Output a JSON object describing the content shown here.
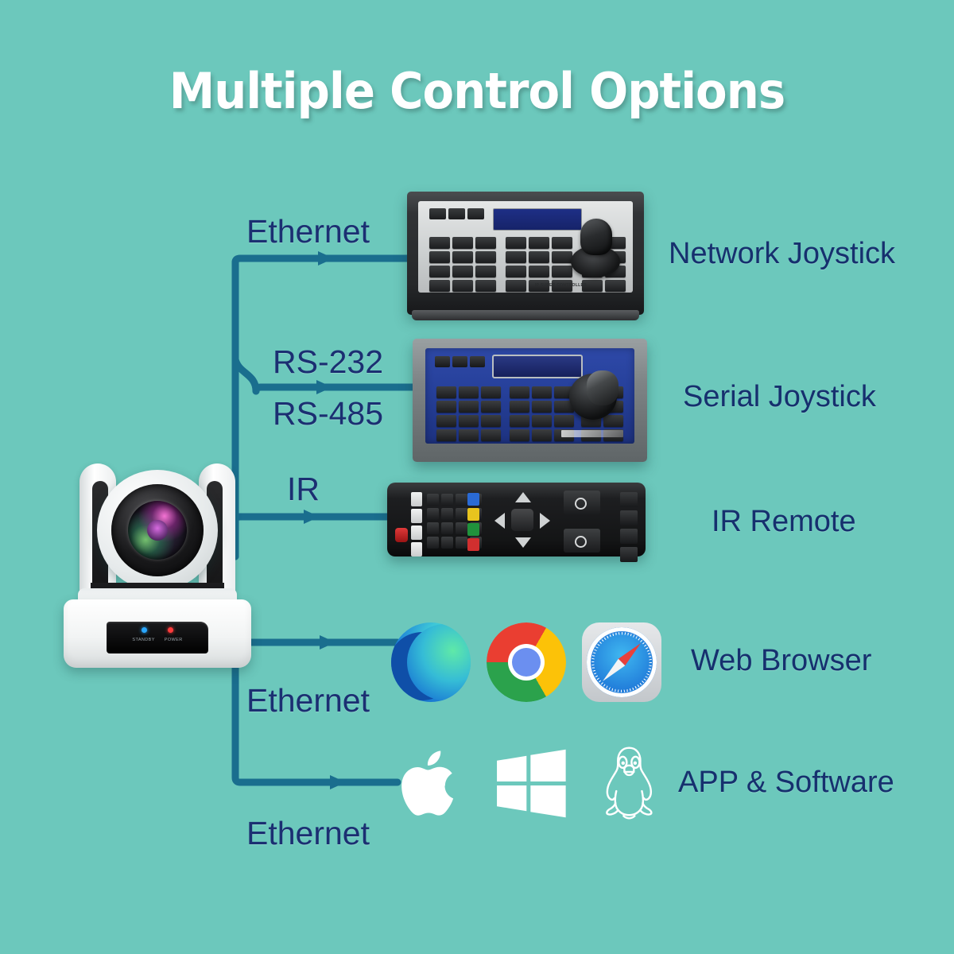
{
  "page": {
    "title": "Multiple Control Options",
    "background_color": "#6cc8bc",
    "label_color": "#1b2f72",
    "wire_color": "#1a6e8e"
  },
  "connections": [
    {
      "id": "net",
      "label": "Ethernet",
      "target": "Network Joystick"
    },
    {
      "id": "rs232",
      "label": "RS-232",
      "target": "Serial Joystick"
    },
    {
      "id": "rs485",
      "label": "RS-485",
      "target": "Serial Joystick"
    },
    {
      "id": "ir",
      "label": "IR",
      "target": "IR Remote"
    },
    {
      "id": "web",
      "label": "Ethernet",
      "target": "Web Browser"
    },
    {
      "id": "app",
      "label": "Ethernet",
      "target": "APP & Software"
    }
  ],
  "devices": [
    {
      "id": "network-joystick",
      "name": "Network Joystick",
      "brand": "IP SUPER CONTROLLER"
    },
    {
      "id": "serial-joystick",
      "name": "Serial Joystick"
    },
    {
      "id": "ir-remote",
      "name": "IR Remote"
    },
    {
      "id": "web-browser",
      "name": "Web Browser",
      "icons": [
        "edge-icon",
        "chrome-icon",
        "safari-icon"
      ]
    },
    {
      "id": "app-software",
      "name": "APP & Software",
      "icons": [
        "apple-icon",
        "windows-icon",
        "linux-tux-icon"
      ]
    }
  ],
  "camera": {
    "name": "PTZ Camera",
    "indicators": [
      {
        "label": "STANDBY",
        "color": "#2aa7ff"
      },
      {
        "label": "POWER",
        "color": "#ff3b3b"
      }
    ]
  }
}
